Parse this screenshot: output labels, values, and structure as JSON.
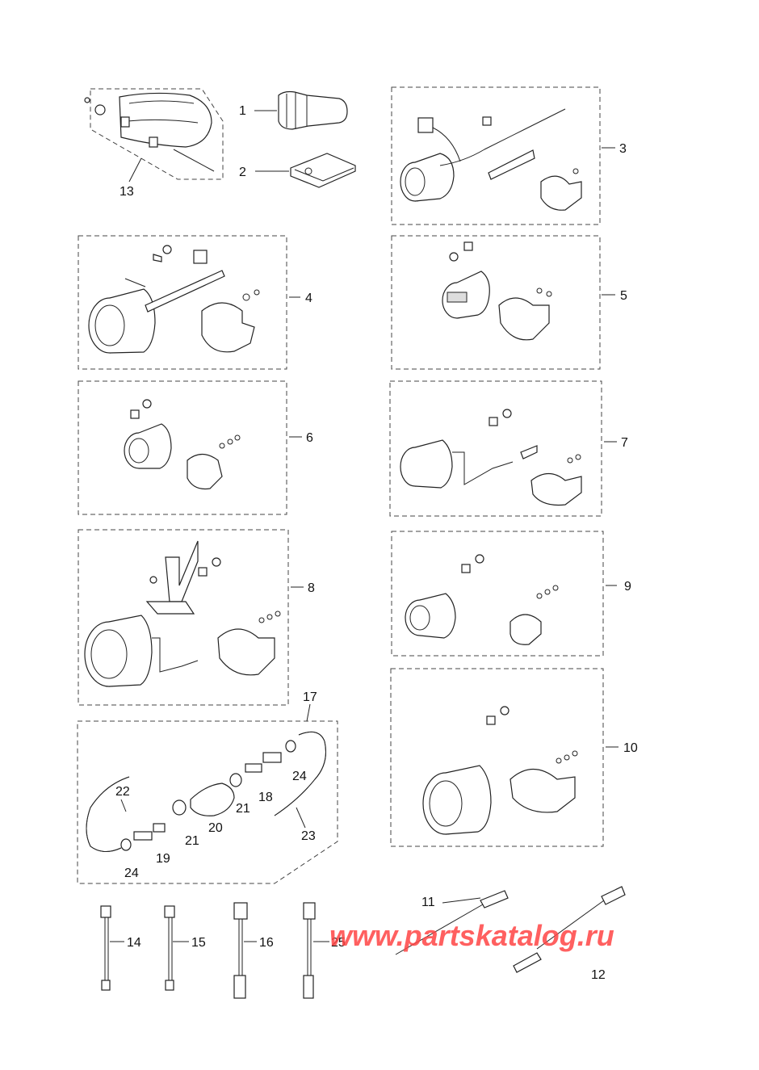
{
  "callouts": {
    "c1": "1",
    "c2": "2",
    "c3": "3",
    "c4": "4",
    "c5": "5",
    "c6": "6",
    "c7": "7",
    "c8": "8",
    "c9": "9",
    "c10": "10",
    "c11": "11",
    "c12": "12",
    "c13": "13",
    "c14": "14",
    "c15": "15",
    "c16": "16",
    "c17": "17",
    "c18": "18",
    "c19": "19",
    "c20": "20",
    "c21a": "21",
    "c21b": "21",
    "c22": "22",
    "c23": "23",
    "c24a": "24",
    "c24b": "24",
    "c25": "25"
  },
  "watermark": "www.partskatalog.ru"
}
